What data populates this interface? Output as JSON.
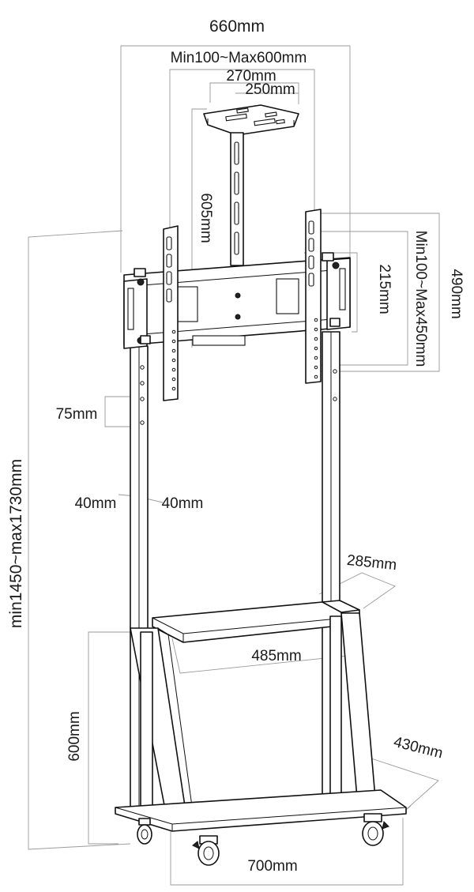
{
  "dimensions": {
    "overall_width": "660mm",
    "vesa_width_range": "Min100~Max600mm",
    "tray_width": "270mm",
    "tray_depth": "250mm",
    "bracket_height": "605mm",
    "vesa_height_range": "Min100~Max450mm",
    "overall_bracket_height": "490mm",
    "crossbar_height": "215mm",
    "hole_spacing": "75mm",
    "column_width": "40mm",
    "column_depth": "40mm",
    "total_height_range": "min1450~max1730mm",
    "shelf_depth": "285mm",
    "shelf_width": "485mm",
    "shelf_height": "600mm",
    "base_depth": "430mm",
    "base_width": "700mm"
  }
}
